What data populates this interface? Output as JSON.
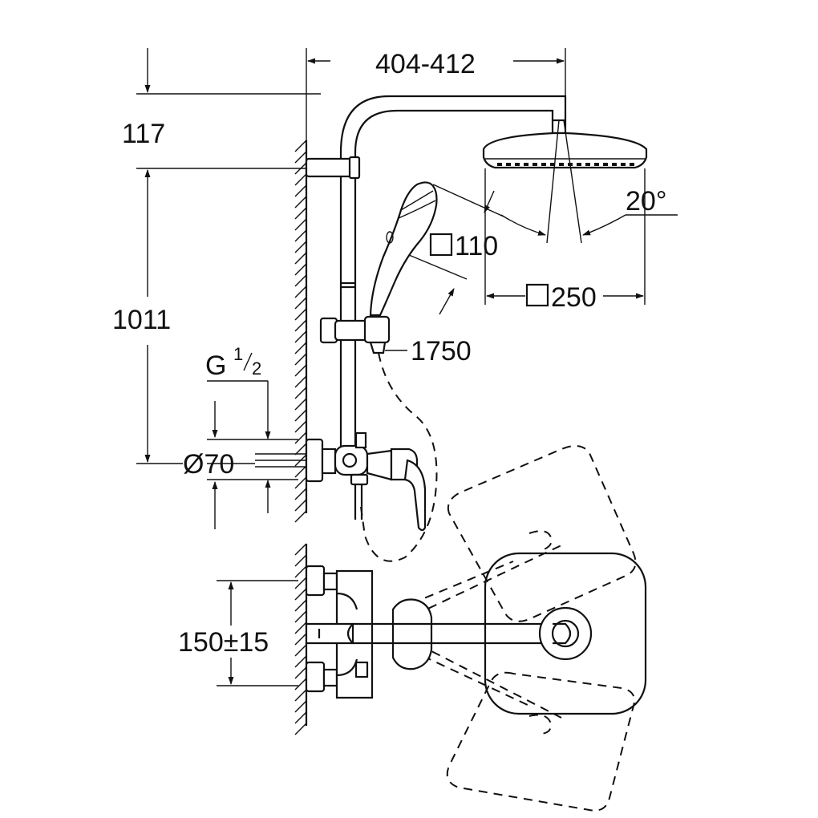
{
  "dimensions": {
    "top_width": "404-412",
    "top_offset": "117",
    "height": "1011",
    "thread_main": "G",
    "thread_num": "1",
    "thread_den": "2",
    "rosette_diameter": "Ø70",
    "spray_angle": "20°",
    "hand_shower": "110",
    "head_shower": "250",
    "hose_length": "1750",
    "center_distance": "150±15"
  }
}
